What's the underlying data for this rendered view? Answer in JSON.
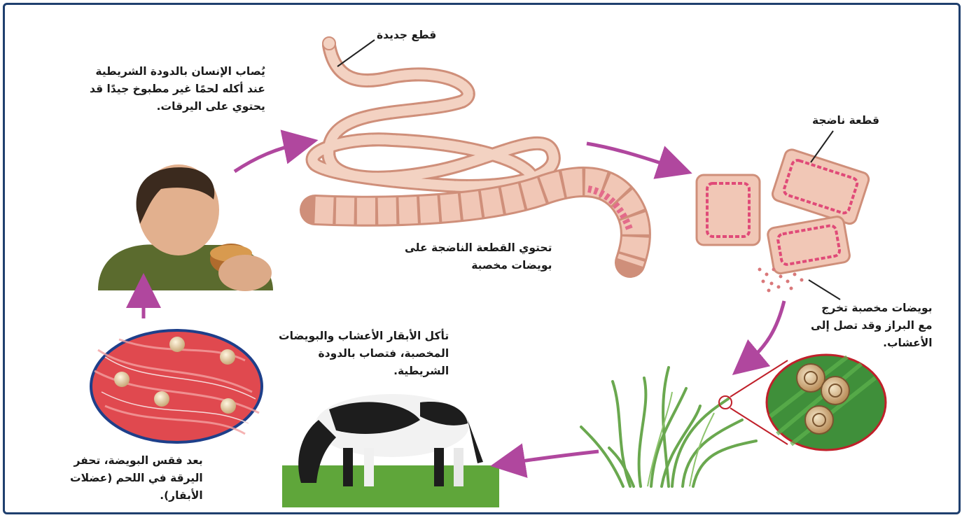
{
  "labels": {
    "new_segment": "قطع جديدة",
    "infection": [
      "يُصاب الإنسان بالدودة الشريطية",
      "عند أكله لحمًا غير مطبوخ جيدًا قد",
      "يحتوي على اليرقات."
    ],
    "mature_segment": "قطعة ناضجة",
    "mature_contains": [
      "تحتوي القطعة الناضجة على",
      "بويضات مخصبة"
    ],
    "eggs_exit": [
      "بويضات مخصبة تخرج",
      "مع البراز وقد تصل إلى",
      "الأعشاب."
    ],
    "cows_eat": [
      "تأكل الأبقار الأعشاب والبويضات",
      "المخصبة، فتصاب بالدودة",
      "الشريطية."
    ],
    "larva": [
      "بعد فقس البويضة، تحفر",
      "اليرقة في اللحم (عضلات",
      "الأبقار)."
    ]
  },
  "colors": {
    "frame": "#1f3f6e",
    "arrow": "#b0479e",
    "worm": "#e9b9a6",
    "muscle": "#e0494f",
    "grass": "#6aa84f"
  }
}
